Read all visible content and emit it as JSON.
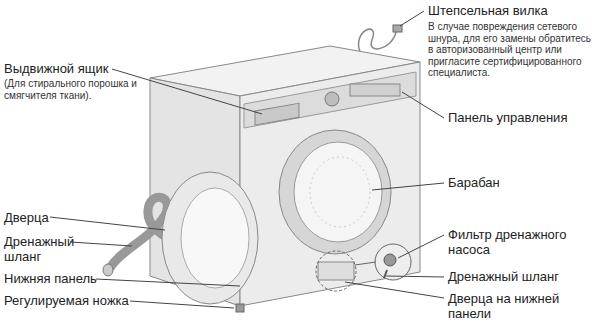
{
  "diagram": {
    "labels": [
      "Штепсельная вилка",
      "В случае повреждения сетевого шнура, для его замены обратитесь в авторизованный центр или пригласите сертифицированного специалиста.",
      "Выдвижной ящик",
      "(Для стирального порошка и смягчителя ткани).",
      "Панель управления",
      "Барабан",
      "Дверца",
      "Дренажный шланг",
      "Нижняя панель",
      "Регулируемая ножка",
      "Фильтр дренажного насоса",
      "Дренажный шланг",
      "Дверца на нижней панели"
    ]
  }
}
